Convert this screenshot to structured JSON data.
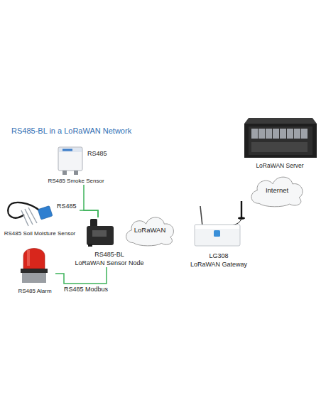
{
  "diagram": {
    "title": "RS485-BL in a LoRaWAN Network",
    "nodes": [
      {
        "text": [
          "RS485 Smoke Sensor"
        ]
      },
      {
        "text": [
          "RS485 Soil Moisture Sensor"
        ]
      },
      {
        "text": [
          "RS485-BL",
          "LoRaWAN Sensor Node"
        ]
      },
      {
        "text": [
          "RS485 Alarm"
        ]
      },
      {
        "text": [
          "LoRaWAN"
        ]
      },
      {
        "text": [
          "LG308",
          "LoRaWAN Gateway"
        ]
      },
      {
        "text": [
          "Internet"
        ]
      },
      {
        "text": [
          "LoRaWAN Server"
        ]
      }
    ],
    "edges": [
      {
        "from": 0,
        "to": 2,
        "label": "RS485",
        "arrow": "none"
      },
      {
        "from": 1,
        "to": 2,
        "label": "RS485",
        "arrow": "none"
      },
      {
        "from": 3,
        "to": 2,
        "label": "RS485 Modbus",
        "arrow": "none"
      }
    ]
  }
}
